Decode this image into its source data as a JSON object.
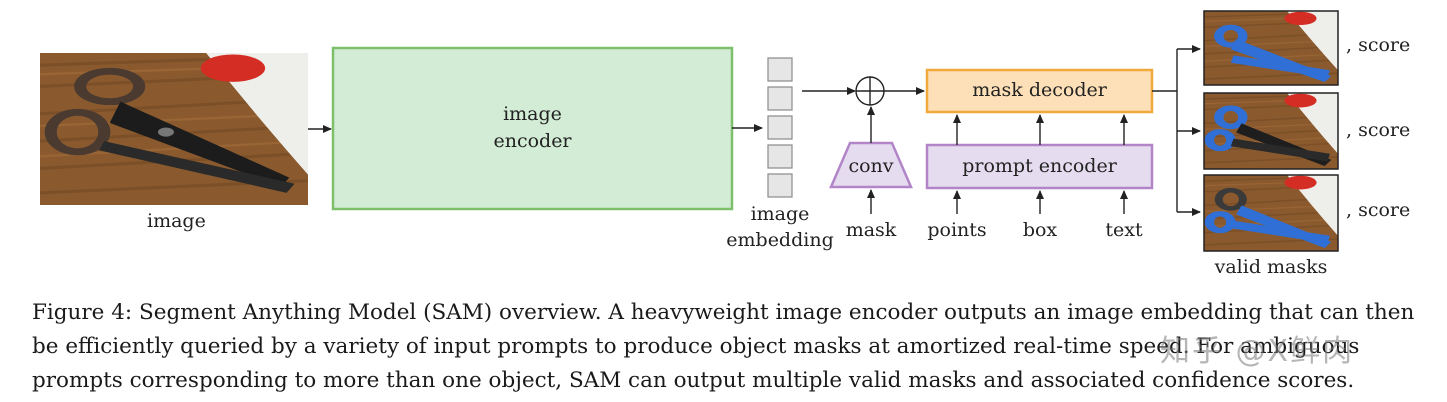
{
  "diagram": {
    "input_image_label": "image",
    "image_encoder_label_line1": "image",
    "image_encoder_label_line2": "encoder",
    "embedding_label_line1": "image",
    "embedding_label_line2": "embedding",
    "conv_label": "conv",
    "mask_label": "mask",
    "mask_decoder_label": "mask decoder",
    "prompt_encoder_label": "prompt encoder",
    "prompt_inputs": [
      "points",
      "box",
      "text"
    ],
    "score_labels": [
      ", score",
      ", score",
      ", score"
    ],
    "valid_masks_label": "valid masks"
  },
  "caption": "Figure 4: Segment Anything Model (SAM) overview. A heavyweight image encoder outputs an image embedding that can then be efficiently queried by a variety of input prompts to produce object masks at amortized real-time speed. For ambiguous prompts corresponding to more than one object, SAM can output multiple valid masks and associated confidence scores.",
  "watermark": "知乎 @X鲜肉",
  "colors": {
    "encoder_fill": "#d3ecd5",
    "encoder_border": "#7dbf6a",
    "decoder_fill": "#fde0b8",
    "decoder_border": "#f2a93c",
    "prompt_fill": "#e6dcef",
    "prompt_border": "#b285c8",
    "embedding_cell_fill": "#e6e6e6",
    "embedding_cell_border": "#8a8a8a",
    "mask_blue": "#2f6fd6"
  }
}
